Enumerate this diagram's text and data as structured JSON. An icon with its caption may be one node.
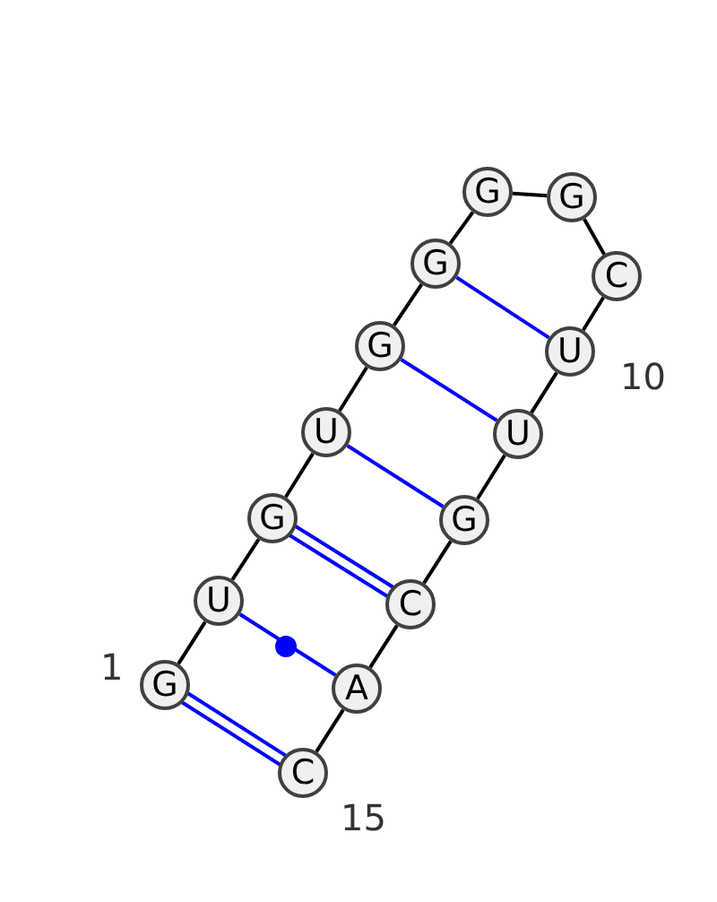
{
  "diagram": {
    "nodes": [
      {
        "text": [
          "G"
        ]
      },
      {
        "text": [
          "U"
        ]
      },
      {
        "text": [
          "G"
        ]
      },
      {
        "text": [
          "U"
        ]
      },
      {
        "text": [
          "G"
        ]
      },
      {
        "text": [
          "G"
        ]
      },
      {
        "text": [
          "G"
        ]
      },
      {
        "text": [
          "G"
        ]
      },
      {
        "text": [
          "C"
        ]
      },
      {
        "text": [
          "U"
        ]
      },
      {
        "text": [
          "U"
        ]
      },
      {
        "text": [
          "G"
        ]
      },
      {
        "text": [
          "C"
        ]
      },
      {
        "text": [
          "A"
        ]
      },
      {
        "text": [
          "C"
        ]
      }
    ],
    "edges": [
      {
        "from": 0,
        "to": 1,
        "arrow": "none"
      },
      {
        "from": 1,
        "to": 2,
        "arrow": "none"
      },
      {
        "from": 2,
        "to": 3,
        "arrow": "none"
      },
      {
        "from": 3,
        "to": 4,
        "arrow": "none"
      },
      {
        "from": 4,
        "to": 5,
        "arrow": "none"
      },
      {
        "from": 5,
        "to": 6,
        "arrow": "none"
      },
      {
        "from": 6,
        "to": 7,
        "arrow": "none"
      },
      {
        "from": 7,
        "to": 8,
        "arrow": "none"
      },
      {
        "from": 8,
        "to": 9,
        "arrow": "none"
      },
      {
        "from": 9,
        "to": 10,
        "arrow": "none"
      },
      {
        "from": 10,
        "to": 11,
        "arrow": "none"
      },
      {
        "from": 11,
        "to": 12,
        "arrow": "none"
      },
      {
        "from": 12,
        "to": 13,
        "arrow": "none"
      },
      {
        "from": 13,
        "to": 14,
        "arrow": "none"
      },
      {
        "from": 0,
        "to": 14,
        "arrow": "none",
        "color": "#0000ff"
      },
      {
        "from": 1,
        "to": 13,
        "arrow": "none",
        "color": "#0000ff"
      },
      {
        "from": 2,
        "to": 12,
        "arrow": "none",
        "color": "#0000ff"
      },
      {
        "from": 3,
        "to": 11,
        "arrow": "none",
        "color": "#0000ff"
      },
      {
        "from": 4,
        "to": 10,
        "arrow": "none",
        "color": "#0000ff"
      },
      {
        "from": 5,
        "to": 9,
        "arrow": "none",
        "color": "#0000ff"
      }
    ],
    "labels": [
      "1",
      "10",
      "15"
    ]
  }
}
